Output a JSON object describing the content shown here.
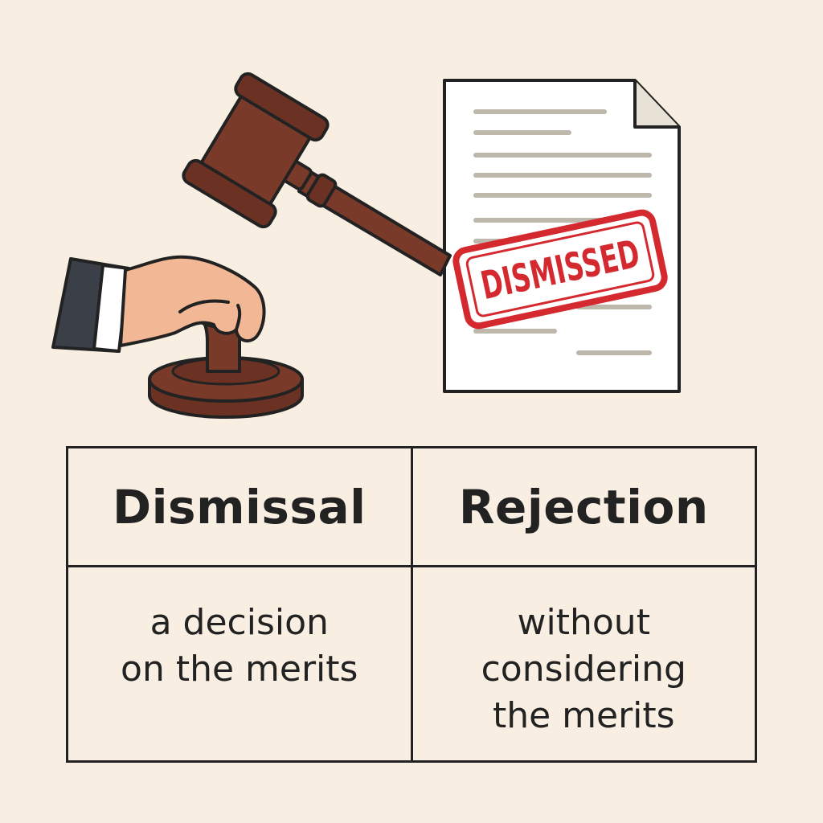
{
  "stamp": {
    "text": "DISMISSED"
  },
  "colors": {
    "background": "#f8efe2",
    "gavel": "#7a3a2a",
    "stamp": "#d42a2f",
    "ink": "#222222",
    "skin": "#f2b896",
    "sleeve": "#3a3f48"
  },
  "icons": [
    "gavel-icon",
    "hand-icon",
    "sound-block-icon",
    "document-icon",
    "stamp-icon"
  ],
  "table": {
    "headers": [
      "Dismissal",
      "Rejection"
    ],
    "cells": [
      "a decision\non the merits",
      "without\nconsidering\nthe merits"
    ]
  }
}
